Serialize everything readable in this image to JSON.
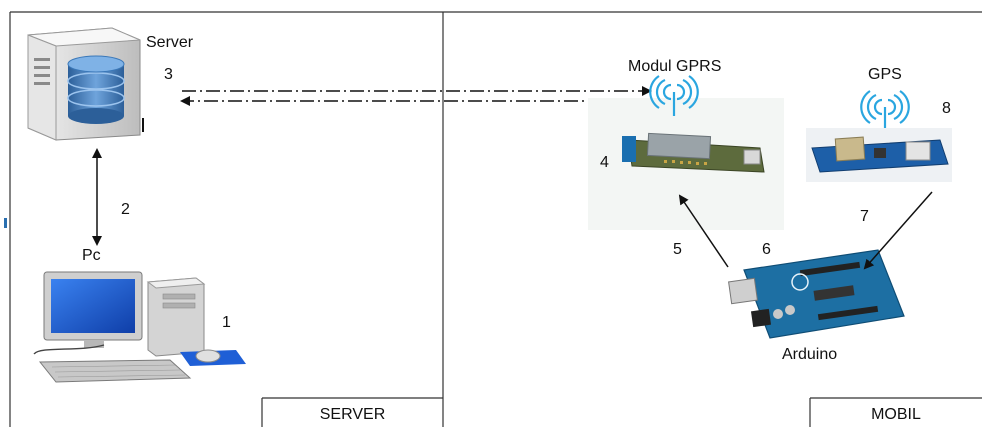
{
  "labels": {
    "server": "Server",
    "pc": "Pc",
    "modul_gprs": "Modul GPRS",
    "gps": "GPS",
    "arduino": "Arduino",
    "server_panel": "SERVER",
    "mobil_panel": "MOBIL"
  },
  "steps": {
    "n1": "1",
    "n2": "2",
    "n3": "3",
    "n4": "4",
    "n5": "5",
    "n6": "6",
    "n7": "7",
    "n8": "8"
  },
  "colors": {
    "frame": "#333333",
    "arrow": "#111111",
    "server_body": "#d9d9d9",
    "db_blue": "#3b78b8",
    "monitor_blue": "#1f5fd6",
    "wifi_blue": "#2aa6e0",
    "board_blue": "#1d5fa8",
    "gprs_board": "#5a6a3a"
  },
  "icons": [
    "server-icon",
    "database-icon",
    "pc-icon",
    "gprs-module-icon",
    "gps-module-icon",
    "arduino-board-icon",
    "wireless-signal-icon"
  ]
}
